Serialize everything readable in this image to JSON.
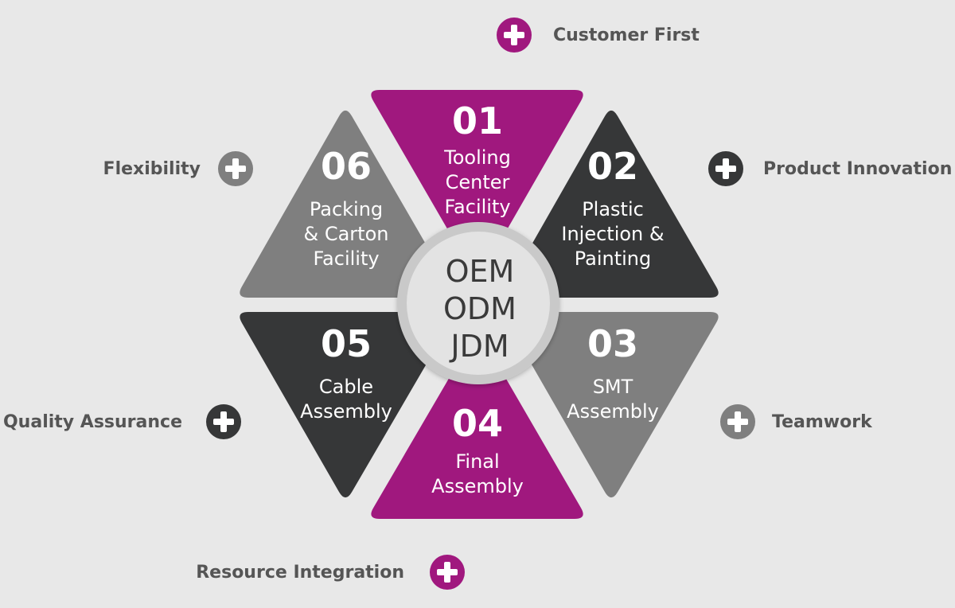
{
  "colors": {
    "background": "#e8e8e8",
    "magenta": "#a0187e",
    "dark": "#363738",
    "gray": "#7f7f7f",
    "center_ring": "#c9c9c9",
    "center_fill": "#e3e3e3",
    "label_text": "#555555"
  },
  "segments": [
    {
      "id": "01",
      "lines": [
        "Tooling",
        "Center",
        "Facility"
      ],
      "color": "magenta"
    },
    {
      "id": "02",
      "lines": [
        "Plastic",
        "Injection &",
        "Painting"
      ],
      "color": "dark"
    },
    {
      "id": "03",
      "lines": [
        "SMT",
        "Assembly"
      ],
      "color": "gray"
    },
    {
      "id": "04",
      "lines": [
        "Final",
        "Assembly"
      ],
      "color": "magenta"
    },
    {
      "id": "05",
      "lines": [
        "Cable",
        "Assembly"
      ],
      "color": "dark"
    },
    {
      "id": "06",
      "lines": [
        "Packing",
        "& Carton",
        "Facility"
      ],
      "color": "gray"
    }
  ],
  "center": {
    "lines": [
      "OEM",
      "ODM",
      "JDM"
    ]
  },
  "values": [
    {
      "label": "Customer First",
      "icon": "plus-circle-icon",
      "color": "magenta"
    },
    {
      "label": "Product Innovation",
      "icon": "plus-circle-icon",
      "color": "dark"
    },
    {
      "label": "Teamwork",
      "icon": "plus-circle-icon",
      "color": "gray"
    },
    {
      "label": "Resource Integration",
      "icon": "plus-circle-icon",
      "color": "magenta"
    },
    {
      "label": "Quality Assurance",
      "icon": "plus-circle-icon",
      "color": "dark"
    },
    {
      "label": "Flexibility",
      "icon": "plus-circle-icon",
      "color": "gray"
    }
  ]
}
